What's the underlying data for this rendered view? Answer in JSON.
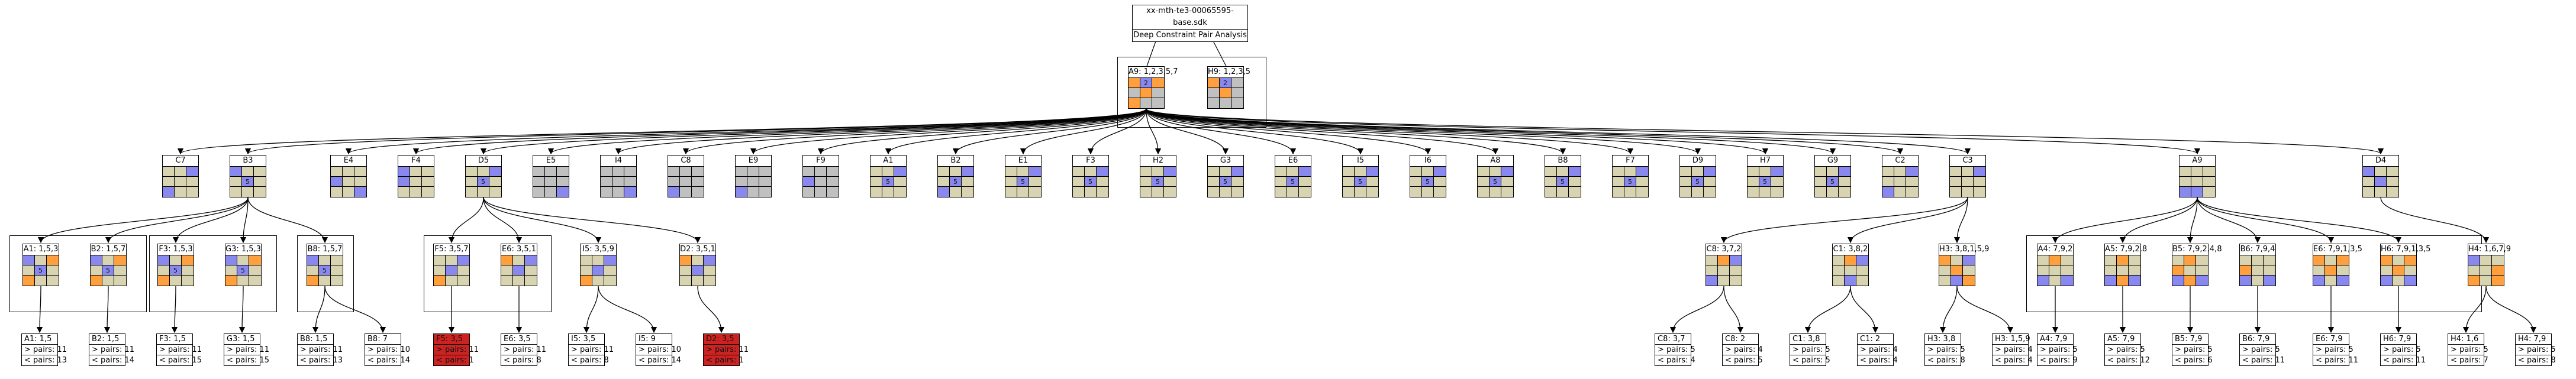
{
  "title": {
    "line1": "xx-mth-te3-00065595-base.sdk",
    "line2": "Deep Constraint Pair Analysis"
  },
  "colors": {
    "blue": "#8888ee",
    "orange": "#ff9f3d",
    "gray": "#c0c0c0",
    "tan": "#d8d3b0",
    "red": "#cc2222"
  },
  "nodes": [
    {
      "id": "A9",
      "label": "A9: 1,2,3,5,7",
      "cells": [
        "o",
        "b",
        "o",
        "g",
        "o",
        "g",
        "o",
        "g",
        "g"
      ],
      "digits": {
        "1": "2"
      }
    },
    {
      "id": "H9",
      "label": "H9: 1,2,3,5",
      "cells": [
        "o",
        "b",
        "g",
        "g",
        "o",
        "g",
        "g",
        "g",
        "g"
      ],
      "digits": {
        "1": "2"
      }
    },
    {
      "id": "C7",
      "label": "C7",
      "cells": [
        "t",
        "t",
        "b",
        "t",
        "t",
        "t",
        "b",
        "t",
        "t"
      ],
      "digits": {}
    },
    {
      "id": "B3",
      "label": "B3",
      "cells": [
        "b",
        "t",
        "t",
        "t",
        "b",
        "t",
        "t",
        "t",
        "t"
      ],
      "digits": {
        "4": "5"
      }
    },
    {
      "id": "E4",
      "label": "E4",
      "cells": [
        "t",
        "t",
        "t",
        "b",
        "t",
        "t",
        "t",
        "t",
        "b"
      ],
      "digits": {}
    },
    {
      "id": "F4",
      "label": "F4",
      "cells": [
        "b",
        "t",
        "t",
        "b",
        "t",
        "t",
        "t",
        "t",
        "t"
      ],
      "digits": {}
    },
    {
      "id": "D5",
      "label": "D5",
      "cells": [
        "t",
        "t",
        "b",
        "t",
        "b",
        "t",
        "t",
        "t",
        "t"
      ],
      "digits": {
        "4": "5"
      }
    },
    {
      "id": "E5",
      "label": "E5",
      "cells": [
        "g",
        "g",
        "g",
        "g",
        "g",
        "g",
        "g",
        "g",
        "b"
      ],
      "digits": {}
    },
    {
      "id": "I4",
      "label": "I4",
      "cells": [
        "g",
        "g",
        "g",
        "g",
        "g",
        "g",
        "g",
        "g",
        "b"
      ],
      "digits": {}
    },
    {
      "id": "C8",
      "label": "C8",
      "cells": [
        "g",
        "g",
        "g",
        "g",
        "g",
        "g",
        "b",
        "g",
        "g"
      ],
      "digits": {}
    },
    {
      "id": "E9",
      "label": "E9",
      "cells": [
        "g",
        "g",
        "g",
        "g",
        "g",
        "g",
        "b",
        "g",
        "g"
      ],
      "digits": {}
    },
    {
      "id": "F9",
      "label": "F9",
      "cells": [
        "g",
        "g",
        "g",
        "b",
        "g",
        "g",
        "g",
        "g",
        "g"
      ],
      "digits": {}
    },
    {
      "id": "A1",
      "label": "A1",
      "cells": [
        "t",
        "t",
        "b",
        "t",
        "b",
        "t",
        "t",
        "t",
        "t"
      ],
      "digits": {
        "4": "5"
      }
    },
    {
      "id": "B2",
      "label": "B2",
      "cells": [
        "t",
        "t",
        "b",
        "t",
        "b",
        "t",
        "b",
        "t",
        "t"
      ],
      "digits": {
        "4": "5"
      }
    },
    {
      "id": "E1",
      "label": "E1",
      "cells": [
        "t",
        "t",
        "b",
        "t",
        "b",
        "t",
        "t",
        "t",
        "t"
      ],
      "digits": {
        "4": "5"
      }
    },
    {
      "id": "F3",
      "label": "F3",
      "cells": [
        "t",
        "t",
        "b",
        "t",
        "b",
        "t",
        "t",
        "t",
        "t"
      ],
      "digits": {
        "4": "5"
      }
    },
    {
      "id": "H2",
      "label": "H2",
      "cells": [
        "t",
        "t",
        "b",
        "t",
        "b",
        "t",
        "t",
        "t",
        "t"
      ],
      "digits": {
        "4": "5"
      }
    },
    {
      "id": "G3",
      "label": "G3",
      "cells": [
        "t",
        "t",
        "b",
        "t",
        "b",
        "t",
        "t",
        "t",
        "t"
      ],
      "digits": {
        "4": "5"
      }
    },
    {
      "id": "E6",
      "label": "E6",
      "cells": [
        "t",
        "t",
        "b",
        "t",
        "b",
        "t",
        "t",
        "t",
        "t"
      ],
      "digits": {
        "4": "5"
      }
    },
    {
      "id": "I5",
      "label": "I5",
      "cells": [
        "t",
        "t",
        "b",
        "t",
        "b",
        "t",
        "t",
        "t",
        "t"
      ],
      "digits": {
        "4": "5"
      }
    },
    {
      "id": "I6",
      "label": "I6",
      "cells": [
        "t",
        "t",
        "b",
        "t",
        "b",
        "t",
        "t",
        "t",
        "t"
      ],
      "digits": {
        "4": "5"
      }
    },
    {
      "id": "A8",
      "label": "A8",
      "cells": [
        "t",
        "t",
        "b",
        "t",
        "b",
        "t",
        "t",
        "t",
        "t"
      ],
      "digits": {
        "4": "5"
      }
    },
    {
      "id": "B8",
      "label": "B8",
      "cells": [
        "t",
        "t",
        "b",
        "t",
        "b",
        "t",
        "t",
        "t",
        "t"
      ],
      "digits": {
        "4": "5"
      }
    },
    {
      "id": "F7",
      "label": "F7",
      "cells": [
        "t",
        "t",
        "b",
        "t",
        "b",
        "t",
        "t",
        "t",
        "t"
      ],
      "digits": {
        "4": "5"
      }
    },
    {
      "id": "D9",
      "label": "D9",
      "cells": [
        "t",
        "t",
        "b",
        "t",
        "b",
        "t",
        "t",
        "t",
        "t"
      ],
      "digits": {
        "4": "5"
      }
    },
    {
      "id": "H7",
      "label": "H7",
      "cells": [
        "t",
        "t",
        "b",
        "t",
        "b",
        "t",
        "t",
        "t",
        "t"
      ],
      "digits": {
        "4": "5"
      }
    },
    {
      "id": "G9",
      "label": "G9",
      "cells": [
        "t",
        "t",
        "b",
        "t",
        "b",
        "t",
        "t",
        "t",
        "t"
      ],
      "digits": {
        "4": "5"
      }
    },
    {
      "id": "C2",
      "label": "C2",
      "cells": [
        "t",
        "t",
        "b",
        "t",
        "t",
        "t",
        "b",
        "t",
        "t"
      ],
      "digits": {}
    },
    {
      "id": "C3",
      "label": "C3",
      "cells": [
        "t",
        "t",
        "b",
        "t",
        "t",
        "t",
        "t",
        "t",
        "t"
      ],
      "digits": {}
    },
    {
      "id": "A9b",
      "label": "A9",
      "cells": [
        "t",
        "t",
        "t",
        "t",
        "t",
        "t",
        "b",
        "b",
        "t"
      ],
      "digits": {}
    },
    {
      "id": "D4",
      "label": "D4",
      "cells": [
        "b",
        "t",
        "t",
        "t",
        "b",
        "t",
        "t",
        "t",
        "t"
      ],
      "digits": {}
    },
    {
      "id": "A1x",
      "label": "A1: 1,5,3",
      "cells": [
        "b",
        "t",
        "o",
        "t",
        "b",
        "t",
        "o",
        "t",
        "t"
      ],
      "digits": {
        "4": "5"
      }
    },
    {
      "id": "B2x",
      "label": "B2: 1,5,7",
      "cells": [
        "b",
        "t",
        "o",
        "t",
        "b",
        "t",
        "o",
        "t",
        "t"
      ],
      "digits": {
        "4": "5"
      }
    },
    {
      "id": "F3x",
      "label": "F3: 1,5,3",
      "cells": [
        "b",
        "t",
        "o",
        "t",
        "b",
        "t",
        "o",
        "t",
        "t"
      ],
      "digits": {
        "4": "5"
      }
    },
    {
      "id": "G3x",
      "label": "G3: 1,5,3",
      "cells": [
        "b",
        "t",
        "o",
        "t",
        "b",
        "t",
        "o",
        "t",
        "t"
      ],
      "digits": {
        "4": "5"
      }
    },
    {
      "id": "B8x",
      "label": "B8: 1,5,7",
      "cells": [
        "b",
        "t",
        "t",
        "t",
        "b",
        "t",
        "o",
        "t",
        "t"
      ],
      "digits": {
        "4": "5"
      }
    },
    {
      "id": "F5x",
      "label": "F5: 3,5,7",
      "cells": [
        "t",
        "t",
        "b",
        "t",
        "b",
        "t",
        "o",
        "t",
        "t"
      ],
      "digits": {}
    },
    {
      "id": "E6x",
      "label": "E6: 3,5,1",
      "cells": [
        "o",
        "t",
        "b",
        "t",
        "b",
        "t",
        "t",
        "t",
        "t"
      ],
      "digits": {}
    },
    {
      "id": "I5x",
      "label": "I5: 3,5,9",
      "cells": [
        "t",
        "t",
        "b",
        "t",
        "b",
        "t",
        "o",
        "t",
        "t"
      ],
      "digits": {}
    },
    {
      "id": "D2x",
      "label": "D2: 3,5,1",
      "cells": [
        "o",
        "t",
        "b",
        "t",
        "b",
        "t",
        "t",
        "t",
        "t"
      ],
      "digits": {}
    },
    {
      "id": "C8x",
      "label": "C8: 3,7,2",
      "cells": [
        "t",
        "o",
        "b",
        "t",
        "t",
        "t",
        "b",
        "t",
        "t"
      ],
      "digits": {}
    },
    {
      "id": "C1x",
      "label": "C1: 3,8,2",
      "cells": [
        "t",
        "o",
        "b",
        "t",
        "t",
        "t",
        "t",
        "b",
        "t"
      ],
      "digits": {}
    },
    {
      "id": "H3x",
      "label": "H3: 3,8,1,5,9",
      "cells": [
        "o",
        "t",
        "b",
        "t",
        "o",
        "t",
        "t",
        "b",
        "o"
      ],
      "digits": {}
    },
    {
      "id": "A4x",
      "label": "A4: 7,9,2",
      "cells": [
        "t",
        "o",
        "t",
        "t",
        "t",
        "t",
        "b",
        "t",
        "b"
      ],
      "digits": {}
    },
    {
      "id": "A5x",
      "label": "A5: 7,9,2,8",
      "cells": [
        "t",
        "o",
        "t",
        "t",
        "t",
        "t",
        "b",
        "o",
        "b"
      ],
      "digits": {}
    },
    {
      "id": "B5x",
      "label": "B5: 7,9,2,4,8",
      "cells": [
        "t",
        "o",
        "t",
        "o",
        "t",
        "t",
        "b",
        "o",
        "b"
      ],
      "digits": {}
    },
    {
      "id": "B6x",
      "label": "B6: 7,9,4",
      "cells": [
        "t",
        "t",
        "t",
        "o",
        "t",
        "t",
        "b",
        "t",
        "b"
      ],
      "digits": {}
    },
    {
      "id": "E6y",
      "label": "E6: 7,9,1,3,5",
      "cells": [
        "o",
        "t",
        "o",
        "t",
        "o",
        "t",
        "b",
        "t",
        "b"
      ],
      "digits": {}
    },
    {
      "id": "H6x",
      "label": "H6: 7,9,1,3,5",
      "cells": [
        "o",
        "t",
        "o",
        "t",
        "o",
        "t",
        "b",
        "t",
        "b"
      ],
      "digits": {}
    },
    {
      "id": "H4x",
      "label": "H4: 1,6,7,9",
      "cells": [
        "b",
        "t",
        "t",
        "t",
        "t",
        "o",
        "o",
        "t",
        "o"
      ],
      "digits": {}
    }
  ],
  "leaves": [
    {
      "id": "L1",
      "label": "A1: 1,5",
      "pairs": "> pairs: 11",
      "pairs2": "< pairs: 13",
      "red": false
    },
    {
      "id": "L2",
      "label": "B2: 1,5",
      "pairs": "> pairs: 11",
      "pairs2": "< pairs: 14",
      "red": false
    },
    {
      "id": "L3",
      "label": "F3: 1,5",
      "pairs": "> pairs: 11",
      "pairs2": "< pairs: 15",
      "red": false
    },
    {
      "id": "L4",
      "label": "G3: 1,5",
      "pairs": "> pairs: 11",
      "pairs2": "< pairs: 15",
      "red": false
    },
    {
      "id": "L5",
      "label": "B8: 1,5",
      "pairs": "> pairs: 11",
      "pairs2": "< pairs: 13",
      "red": false
    },
    {
      "id": "L6",
      "label": "B8: 7",
      "pairs": "> pairs: 10",
      "pairs2": "< pairs: 14",
      "red": false
    },
    {
      "id": "L7",
      "label": "F5: 3,5",
      "pairs": "> pairs: 11",
      "pairs2": "< pairs: 1",
      "red": true
    },
    {
      "id": "L8",
      "label": "E6: 3,5",
      "pairs": "> pairs: 11",
      "pairs2": "< pairs: 8",
      "red": false
    },
    {
      "id": "L9",
      "label": "I5: 3,5",
      "pairs": "> pairs: 11",
      "pairs2": "< pairs: 8",
      "red": false
    },
    {
      "id": "L10",
      "label": "I5: 9",
      "pairs": "> pairs: 10",
      "pairs2": "< pairs: 14",
      "red": false
    },
    {
      "id": "L11",
      "label": "D2: 3,5",
      "pairs": "> pairs: 11",
      "pairs2": "< pairs: 1",
      "red": true
    },
    {
      "id": "L12",
      "label": "C8: 3,7",
      "pairs": "> pairs: 5",
      "pairs2": "< pairs: 4",
      "red": false
    },
    {
      "id": "L13",
      "label": "C8: 2",
      "pairs": "> pairs: 4",
      "pairs2": "< pairs: 5",
      "red": false
    },
    {
      "id": "L14",
      "label": "C1: 3,8",
      "pairs": "> pairs: 5",
      "pairs2": "< pairs: 5",
      "red": false
    },
    {
      "id": "L15",
      "label": "C1: 2",
      "pairs": "> pairs: 4",
      "pairs2": "< pairs: 4",
      "red": false
    },
    {
      "id": "L16",
      "label": "H3: 3,8",
      "pairs": "> pairs: 5",
      "pairs2": "< pairs: 8",
      "red": false
    },
    {
      "id": "L17",
      "label": "H3: 1,5,9",
      "pairs": "> pairs: 4",
      "pairs2": "< pairs: 4",
      "red": false
    },
    {
      "id": "L18",
      "label": "A4: 7,9",
      "pairs": "> pairs: 5",
      "pairs2": "< pairs: 9",
      "red": false
    },
    {
      "id": "L19",
      "label": "A5: 7,9",
      "pairs": "> pairs: 5",
      "pairs2": "< pairs: 12",
      "red": false
    },
    {
      "id": "L20",
      "label": "B5: 7,9",
      "pairs": "> pairs: 5",
      "pairs2": "< pairs: 6",
      "red": false
    },
    {
      "id": "L21",
      "label": "B6: 7,9",
      "pairs": "> pairs: 5",
      "pairs2": "< pairs: 11",
      "red": false
    },
    {
      "id": "L22",
      "label": "E6: 7,9",
      "pairs": "> pairs: 5",
      "pairs2": "< pairs: 11",
      "red": false
    },
    {
      "id": "L23",
      "label": "H6: 7,9",
      "pairs": "> pairs: 5",
      "pairs2": "< pairs: 11",
      "red": false
    },
    {
      "id": "L24",
      "label": "H4: 1,6",
      "pairs": "> pairs: 5",
      "pairs2": "< pairs: 7",
      "red": false
    },
    {
      "id": "L25",
      "label": "H4: 7,9",
      "pairs": "> pairs: 5",
      "pairs2": "< pairs: 8",
      "red": false
    }
  ]
}
